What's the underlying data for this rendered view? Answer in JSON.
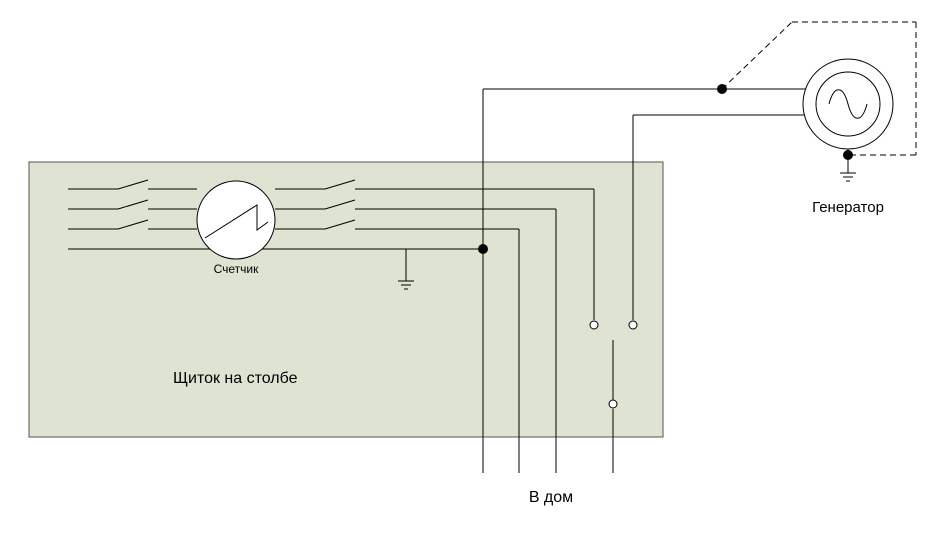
{
  "labels": {
    "meter": "Счетчик",
    "panel": "Щиток на столбе",
    "generator": "Генератор",
    "to_house": "В дом"
  },
  "colors": {
    "panel_fill": "#dfe3d1",
    "line": "#000000",
    "background": "#ffffff"
  },
  "icons": {
    "meter": "meter-icon",
    "generator": "ac-generator-icon",
    "ground": "ground-icon"
  }
}
